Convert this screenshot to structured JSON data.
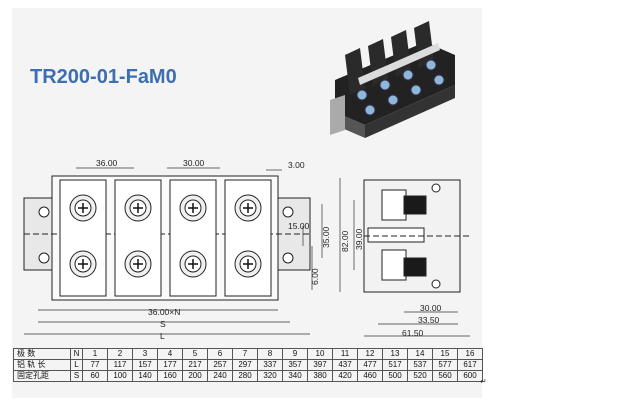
{
  "title": "TR200-01-FaM0",
  "dims": {
    "pitch": "36.00",
    "width_30": "30.00",
    "gap": "3.00",
    "h15": "15.00",
    "h35": "35.00",
    "h6": "6.00",
    "pitch_n": "36.00×N",
    "S": "S",
    "L": "L",
    "h82": "82.00",
    "h39": "39.00",
    "side_30": "30.00",
    "side_3350": "33.50",
    "side_6150": "61.50"
  },
  "table": {
    "rows": [
      {
        "label": "极  数",
        "sym": "N",
        "values": [
          "1",
          "2",
          "3",
          "4",
          "5",
          "6",
          "7",
          "8",
          "9",
          "10",
          "11",
          "12",
          "13",
          "14",
          "15",
          "16"
        ]
      },
      {
        "label": "铝 轨 长",
        "sym": "L",
        "values": [
          "77",
          "117",
          "157",
          "177",
          "217",
          "257",
          "297",
          "337",
          "357",
          "397",
          "437",
          "477",
          "517",
          "537",
          "577",
          "617"
        ]
      },
      {
        "label": "固定孔距",
        "sym": "S",
        "values": [
          "60",
          "100",
          "140",
          "160",
          "200",
          "240",
          "280",
          "320",
          "340",
          "380",
          "420",
          "460",
          "500",
          "520",
          "560",
          "600"
        ]
      }
    ]
  },
  "colors": {
    "title": "#3d6fb0",
    "block": "#1a1a1a",
    "rail": "#bdbdbd"
  },
  "cursor_mark": "↵"
}
